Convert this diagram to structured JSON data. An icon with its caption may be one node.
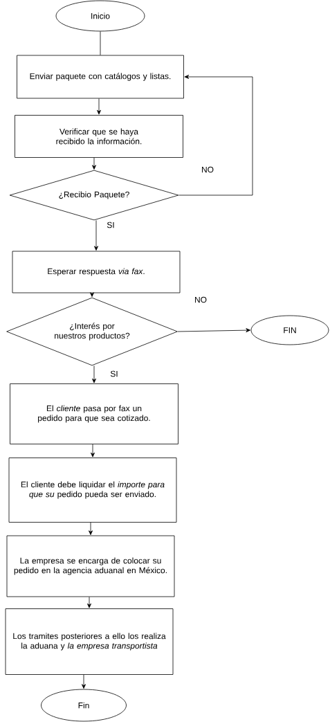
{
  "diagram": {
    "nodes": [
      {
        "text": [
          "Inicio"
        ]
      },
      {
        "text": [
          "Enviar paquete con catálogos y listas."
        ]
      },
      {
        "text": [
          "Verificar que se haya recibido la información."
        ]
      },
      {
        "text": [
          "¿Recibio Paquete?"
        ]
      },
      {
        "text": [
          "Esperar respuesta *via fax*."
        ]
      },
      {
        "text": [
          "¿Interés por nuestros productos?"
        ]
      },
      {
        "text": [
          "FIN"
        ]
      },
      {
        "text": [
          "El *cliente* pasa por fax un pedido para que sea cotizado."
        ]
      },
      {
        "text": [
          "El cliente debe liquidar el *importe* *para que su* pedido pueda ser enviado."
        ]
      },
      {
        "text": [
          "La empresa se encarga de colocar su pedido en la agencia aduanal en México."
        ]
      },
      {
        "text": [
          "Los tramites posteriores a ello los realiza la aduana y *la empresa transportista*"
        ]
      },
      {
        "text": [
          "Fin"
        ]
      }
    ],
    "edges": [
      {
        "from": 0,
        "to": 1,
        "arrow": "none"
      },
      {
        "from": 1,
        "to": 2,
        "arrow": "to"
      },
      {
        "from": 2,
        "to": 3,
        "arrow": "to"
      },
      {
        "from": 3,
        "to": 1,
        "arrow": "to",
        "label": "NO"
      },
      {
        "from": 3,
        "to": 4,
        "arrow": "to",
        "label": "SI"
      },
      {
        "from": 4,
        "to": 5,
        "arrow": "to"
      },
      {
        "from": 5,
        "to": 6,
        "arrow": "to",
        "label": "NO"
      },
      {
        "from": 5,
        "to": 7,
        "arrow": "to",
        "label": "SI"
      },
      {
        "from": 7,
        "to": 8,
        "arrow": "to"
      },
      {
        "from": 8,
        "to": 9,
        "arrow": "to"
      },
      {
        "from": 9,
        "to": 10,
        "arrow": "to"
      },
      {
        "from": 10,
        "to": 11,
        "arrow": "to"
      }
    ]
  }
}
